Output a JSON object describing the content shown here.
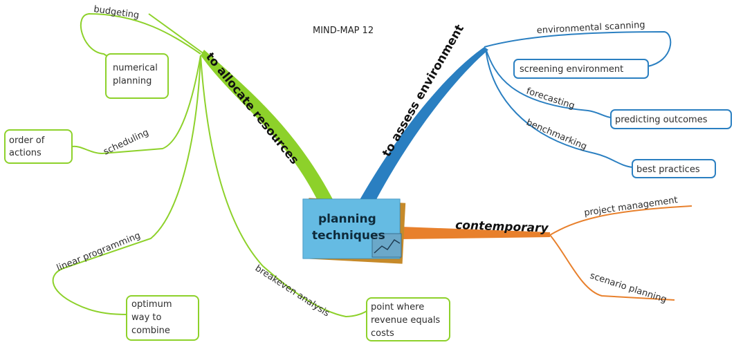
{
  "title": "MIND-MAP 12",
  "center": {
    "line1": "planning",
    "line2": "techniques"
  },
  "colors": {
    "green": "#8dd12a",
    "blue": "#2a7fc1",
    "orange": "#e8802c",
    "text": "#2d2d2d"
  },
  "branches": {
    "allocate": {
      "label": "to allocate resources",
      "items": {
        "budgeting": "budgeting",
        "numerical_planning": [
          "numerical",
          "planning"
        ],
        "scheduling": "scheduling",
        "order_of_actions": [
          "order of",
          "actions"
        ],
        "linear_programming": "linear programming",
        "optimum": [
          "optimum",
          "way to",
          "combine"
        ],
        "breakeven": "breakeven analysis",
        "point_where": [
          "point where",
          "revenue equals",
          "costs"
        ]
      }
    },
    "assess": {
      "label": "to assess environment",
      "items": {
        "environmental_scanning": "environmental scanning",
        "screening_environment": "screening environment",
        "forecasting": "forecasting",
        "predicting_outcomes": "predicting outcomes",
        "benchmarking": "benchmarking",
        "best_practices": "best practices"
      }
    },
    "contemporary": {
      "label": "contemporary",
      "items": {
        "project_management": "project management",
        "scenario_planning": "scenario planning"
      }
    }
  }
}
